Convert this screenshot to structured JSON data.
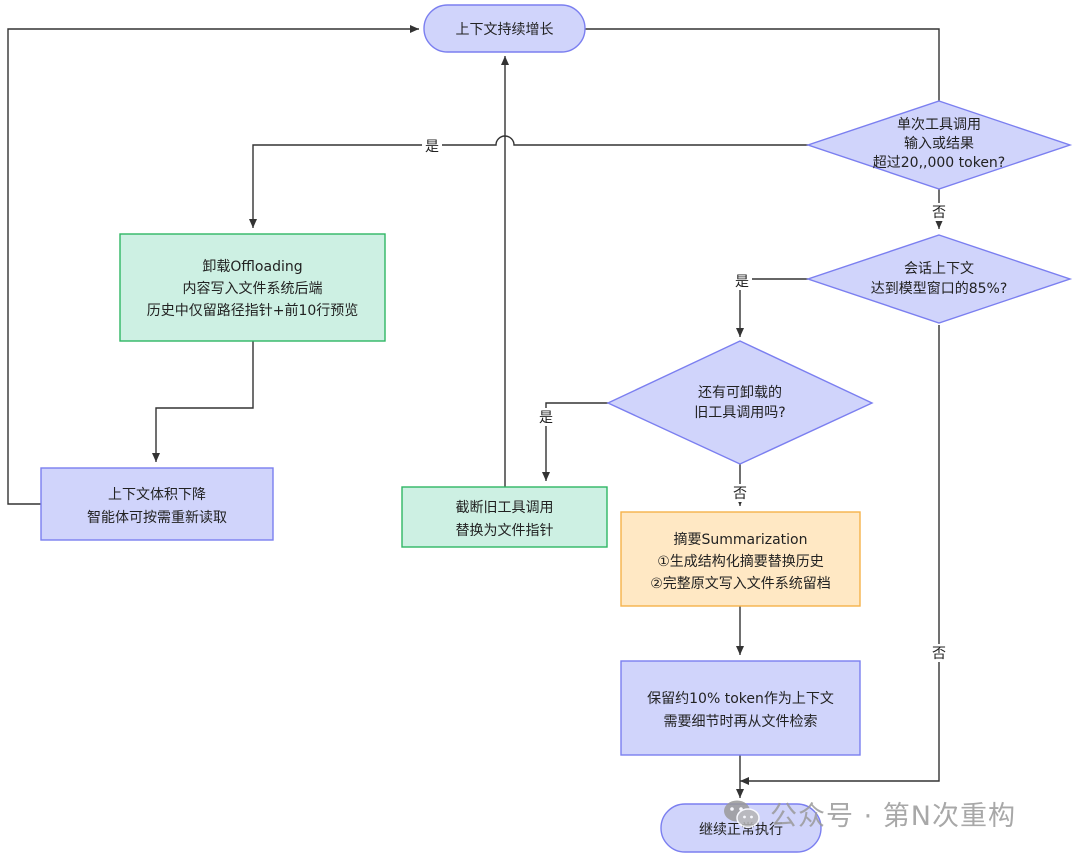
{
  "nodes": {
    "context_growth": "上下文持续增长",
    "single_tool_check": [
      "单次工具调用",
      "输入或结果",
      "超过20,,000 token?"
    ],
    "window_check": [
      "会话上下文",
      "达到模型窗口的85%?"
    ],
    "offload": [
      "卸载Offloading",
      "内容写入文件系统后端",
      "历史中仅留路径指针+前10行预览"
    ],
    "context_reduced": [
      "上下文体积下降",
      "智能体可按需重新读取"
    ],
    "old_tool_check": [
      "还有可卸载的",
      "旧工具调用吗?"
    ],
    "truncate": [
      "截断旧工具调用",
      "替换为文件指针"
    ],
    "summarize": [
      "摘要Summarization",
      "①生成结构化摘要替换历史",
      "②完整原文写入文件系统留档"
    ],
    "keep_ten": [
      "保留约10% token作为上下文",
      "需要细节时再从文件检索"
    ],
    "continue": "继续正常执行"
  },
  "labels": {
    "yes": "是",
    "no": "否"
  },
  "watermark": "公众号 · 第N次重构",
  "colors": {
    "blue_fill": "#d0d4fb",
    "blue_stroke": "#7b7ff0",
    "green_fill": "#cdf0e3",
    "green_stroke": "#2fb664",
    "orange_fill": "#ffe8c4",
    "orange_stroke": "#f6b24a",
    "edge": "#333333"
  }
}
